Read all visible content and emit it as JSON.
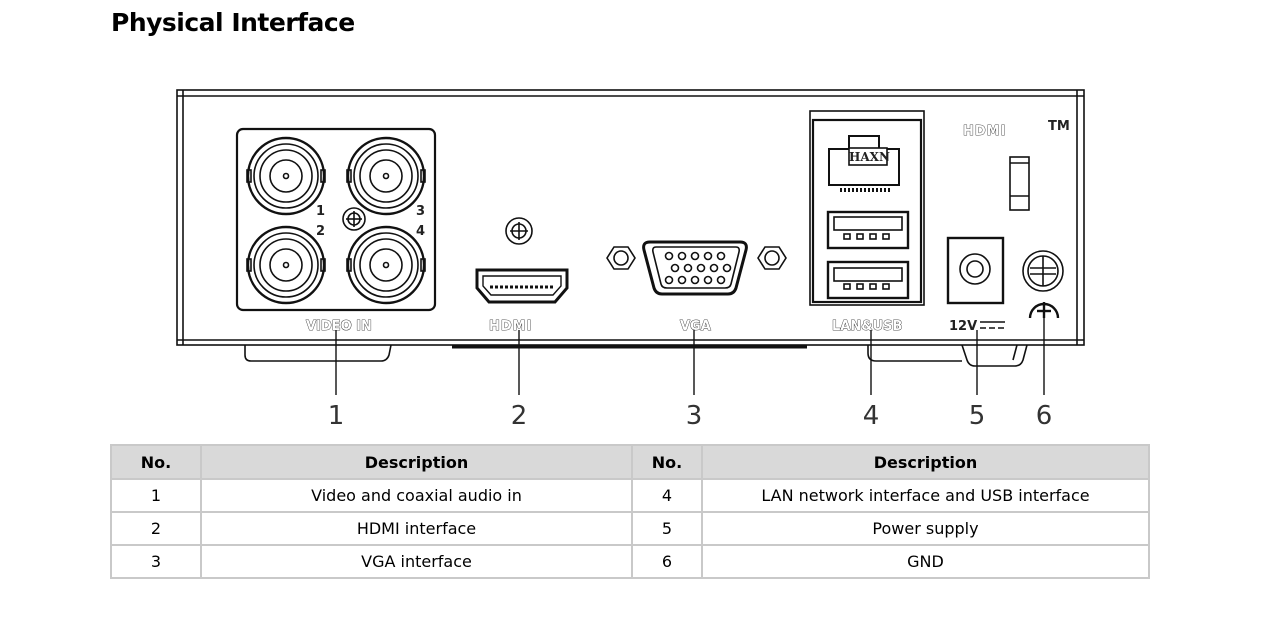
{
  "title": "Physical Interface",
  "diagram": {
    "panel_labels": {
      "video_in": "VIDEO IN",
      "hdmi": "HDMI",
      "vga": "VGA",
      "lan_usb": "LAN&USB",
      "power": "12V",
      "hdmi_logo": "HDMI",
      "hdmi_tm": "TM",
      "rj45_brand": "HAXN"
    },
    "bnc_numbers": [
      "1",
      "2",
      "3",
      "4"
    ],
    "callouts": [
      "1",
      "2",
      "3",
      "4",
      "5",
      "6"
    ]
  },
  "table": {
    "headers": [
      "No.",
      "Description",
      "No.",
      "Description"
    ],
    "rows": [
      {
        "no_left": "1",
        "desc_left": "Video and coaxial audio in",
        "no_right": "4",
        "desc_right": "LAN network interface and USB interface"
      },
      {
        "no_left": "2",
        "desc_left": "HDMI interface",
        "no_right": "5",
        "desc_right": "Power supply"
      },
      {
        "no_left": "3",
        "desc_left": "VGA interface",
        "no_right": "6",
        "desc_right": "GND"
      }
    ]
  }
}
